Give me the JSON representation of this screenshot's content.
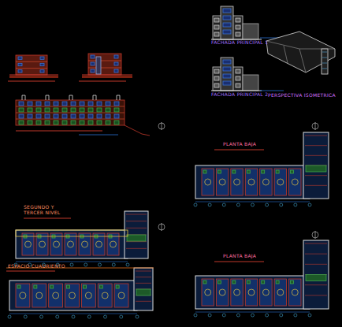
{
  "diagram": {
    "labels": [
      "FACHADA PRINCIPAL 1",
      "FACHADA PRINCIPAL 2",
      "PERSPECTIVA ISOMETRICA",
      "PLANTA BAJA",
      "SEGUNDO Y TERCER NIVEL",
      "ESPACIO CUADRIENTO",
      "PLANTA BAJA"
    ]
  }
}
